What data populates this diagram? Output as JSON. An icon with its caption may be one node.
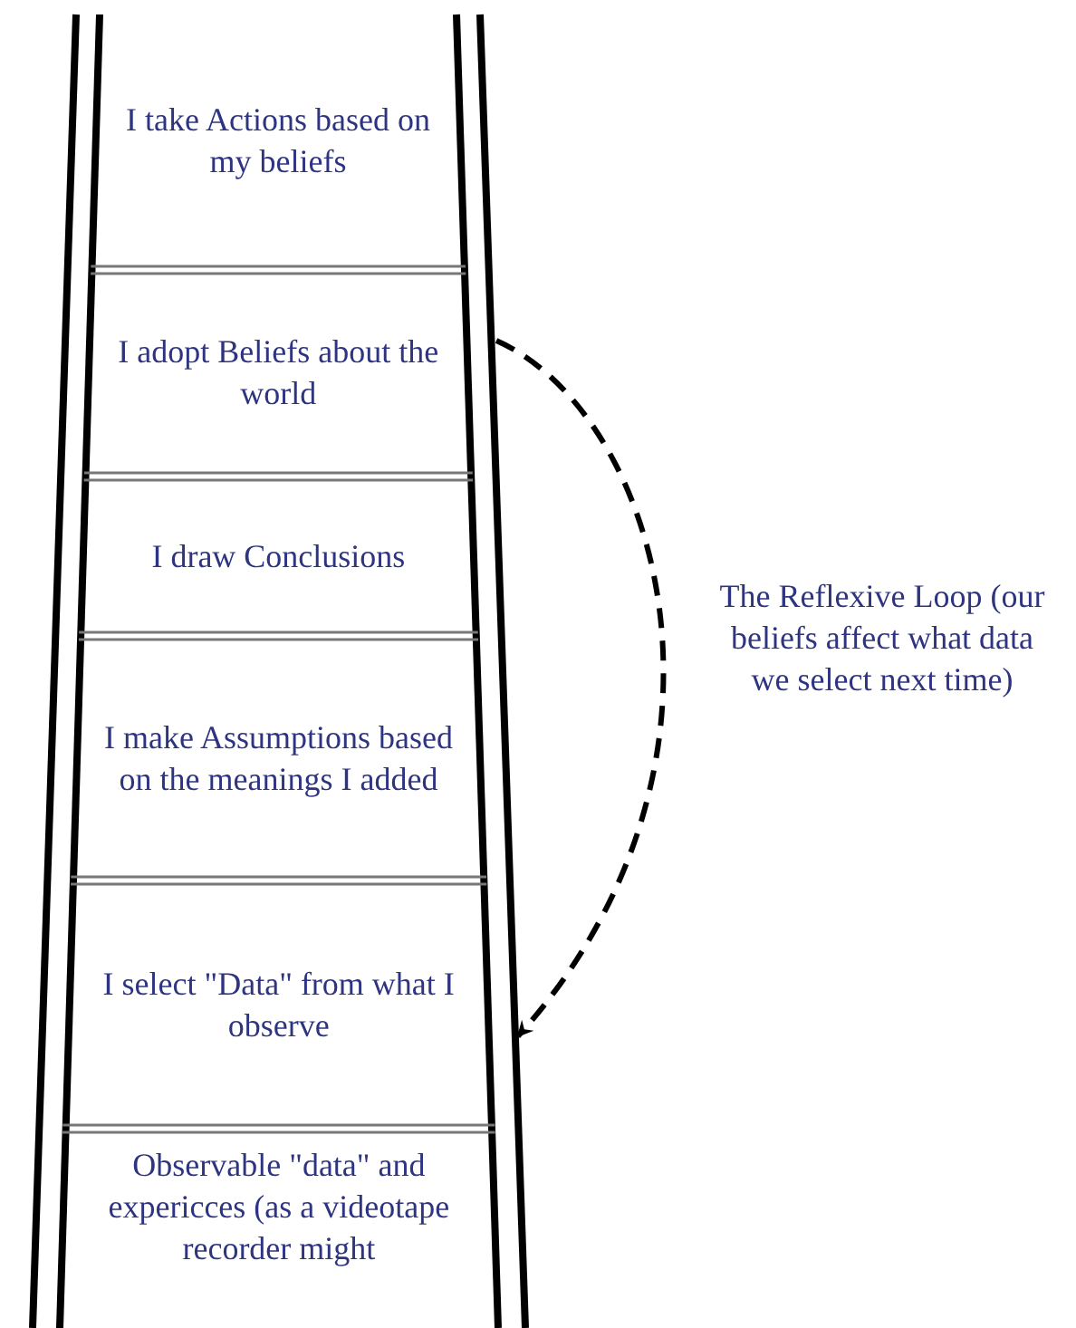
{
  "diagram": {
    "nodes": [
      {
        "text": [
          "I take Actions based on my beliefs"
        ]
      },
      {
        "text": [
          "I adopt Beliefs about the world"
        ]
      },
      {
        "text": [
          "I draw Conclusions"
        ]
      },
      {
        "text": [
          "I make Assumptions based on the meanings I added"
        ]
      },
      {
        "text": [
          "I select \"Data\" from what I observe"
        ]
      },
      {
        "text": [
          "Observable \"data\" and expericces (as a videotape recorder might"
        ]
      }
    ],
    "edges": [
      {
        "from": 1,
        "to": 4,
        "arrow": "to",
        "style": "dashed",
        "label": "The Reflexive Loop (our beliefs affect what data we select next time)"
      }
    ]
  }
}
